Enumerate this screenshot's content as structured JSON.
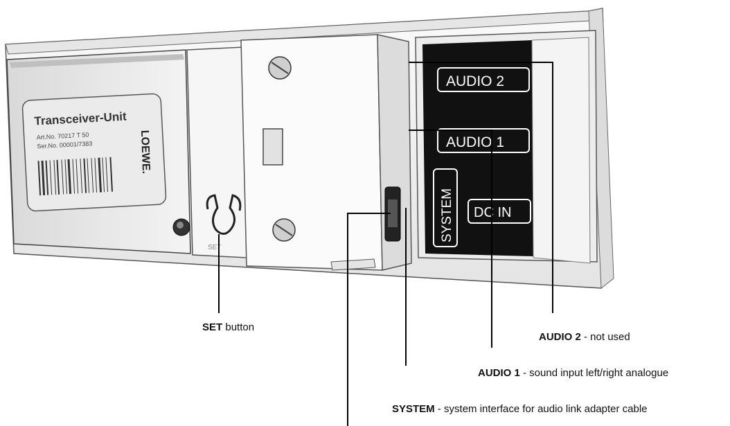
{
  "device": {
    "label_title": "Transceiver-Unit",
    "art_no": "Art.No. 70217 T 50",
    "ser_no": "Ser.No. 00001/7383",
    "brand": "LOEWE.",
    "set_mark": "SET",
    "ports": {
      "audio2": "AUDIO 2",
      "audio1": "AUDIO 1",
      "system": "SYSTEM",
      "dcin": "DC IN"
    }
  },
  "callouts": {
    "set": {
      "term": "SET",
      "desc": "button"
    },
    "audio2": {
      "term": "AUDIO 2",
      "desc": "- not used"
    },
    "audio1": {
      "term": "AUDIO 1",
      "desc": "- sound input left/right analogue"
    },
    "system": {
      "term": "SYSTEM",
      "desc": "- system interface for audio link adapter cable"
    }
  },
  "colors": {
    "line": "#000000",
    "panel_black": "#111111",
    "housing": "#f2f2f2"
  }
}
